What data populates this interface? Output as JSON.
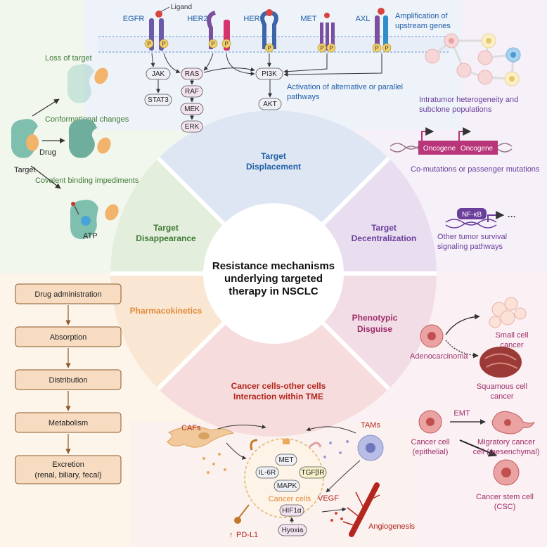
{
  "center": {
    "line1": "Resistance mechanisms",
    "line2": "underlying targeted",
    "line3": "therapy in NSCLC"
  },
  "sectors": {
    "displacement": {
      "line1": "Target",
      "line2": "Displacement"
    },
    "disappearance": {
      "line1": "Target",
      "line2": "Disappearance"
    },
    "decentralization": {
      "line1": "Target",
      "line2": "Decentralization"
    },
    "pharmacokinetics": {
      "label": "Pharmacokinetics"
    },
    "disguise": {
      "line1": "Phenotypic",
      "line2": "Disguise"
    },
    "tme": {
      "line1": "Cancer cells-other cells",
      "line2": "Interaction within TME"
    }
  },
  "receptors": {
    "egfr": "EGFR",
    "her2": "HER2",
    "her3": "HER3",
    "met": "MET",
    "axl": "AXL",
    "ligand": "Ligand",
    "p": "P"
  },
  "pathway": {
    "jak": "JAK",
    "stat3": "STAT3",
    "ras": "RAS",
    "raf": "RAF",
    "mek": "MEK",
    "erk": "ERK",
    "pi3k": "PI3K",
    "akt": "AKT"
  },
  "notes": {
    "amp1": "Amplification of",
    "amp2": "upstream genes",
    "alt1": "Activation of alternative or parallel",
    "alt2": "pathways"
  },
  "disappearance_panel": {
    "loss": "Loss of target",
    "conf": "Conformational changes",
    "covalent": "Covalent binding impediments",
    "drug": "Drug",
    "target": "Target",
    "atp": "ATP"
  },
  "decentral_panel": {
    "intra1": "Intratumor heterogeneity and",
    "intra2": "subclone populations",
    "oncogene": "Oncogene",
    "comut": "Co-mutations or passenger mutations",
    "nfkb": "NF-κB",
    "dots": "···",
    "other1": "Other tumor survival",
    "other2": "signaling pathways"
  },
  "pk_steps": [
    {
      "line1": "Drug administration",
      "line2": ""
    },
    {
      "line1": "Absorption",
      "line2": ""
    },
    {
      "line1": "Distribution",
      "line2": ""
    },
    {
      "line1": "Metabolism",
      "line2": ""
    },
    {
      "line1": "Excretion",
      "line2": "(renal, biliary, fecal)"
    }
  ],
  "disguise_panel": {
    "adeno": "Adenocarcinoma",
    "small1": "Small cell",
    "small2": "cancer",
    "squam1": "Squamous cell",
    "squam2": "cancer",
    "emt": "EMT",
    "cc1": "Cancer cell",
    "cc2": "(epithelial)",
    "mig1": "Migratory cancer",
    "mig2": "cell (mesenchymal)",
    "csc1": "Cancer stem cell",
    "csc2": "(CSC)"
  },
  "tme_panel": {
    "cafs": "CAFs",
    "tams": "TAMs",
    "met": "MET",
    "il6r": "IL-6R",
    "tgfbr": "TGFβR",
    "mapk": "MAPK",
    "cancer_cells": "Cancer cells",
    "hif": "HIF1α",
    "hypoxia": "Hyoxia",
    "vegf": "VEGF",
    "angio": "Angiogenesis",
    "arrow": "↑",
    "pdl1": "PD-L1"
  },
  "colors": {
    "green_text": "#3e7a35",
    "blue_text": "#1f5fa8",
    "purple_text": "#6a3f9c",
    "orange_text": "#e08a3a",
    "magenta_text": "#9c2f6a",
    "red_text": "#b3261e",
    "cell_teal": "#7fbfae",
    "drug_orange": "#f2b36b"
  }
}
